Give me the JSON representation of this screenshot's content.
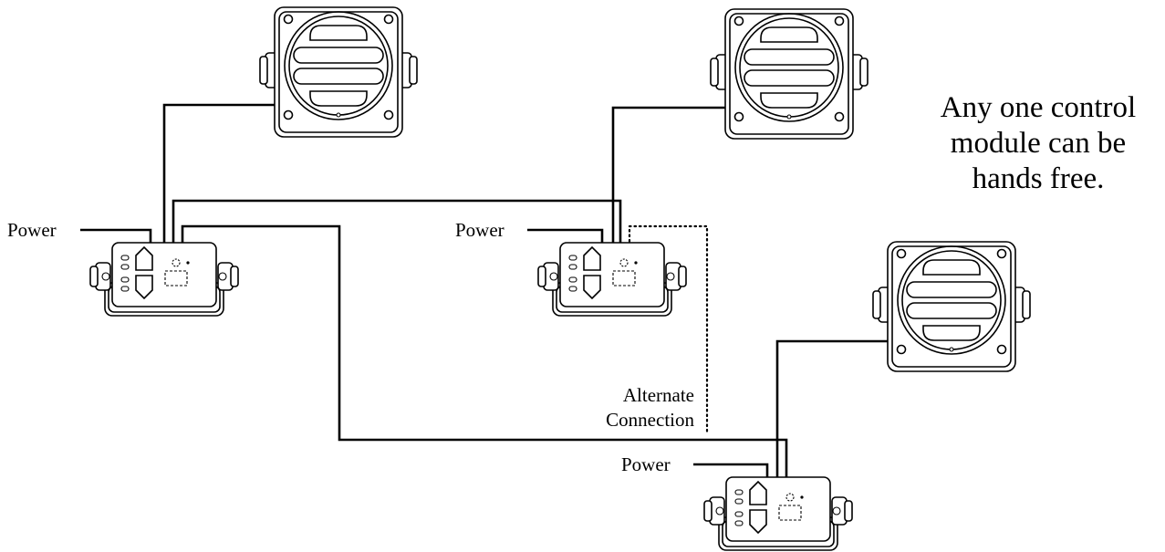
{
  "labels": {
    "power": "Power",
    "alternate_line1": "Alternate",
    "alternate_line2": "Connection",
    "note_line1": "Any one control",
    "note_line2": "module can be",
    "note_line3": "hands free."
  },
  "colors": {
    "line": "#000000",
    "background": "#ffffff"
  }
}
